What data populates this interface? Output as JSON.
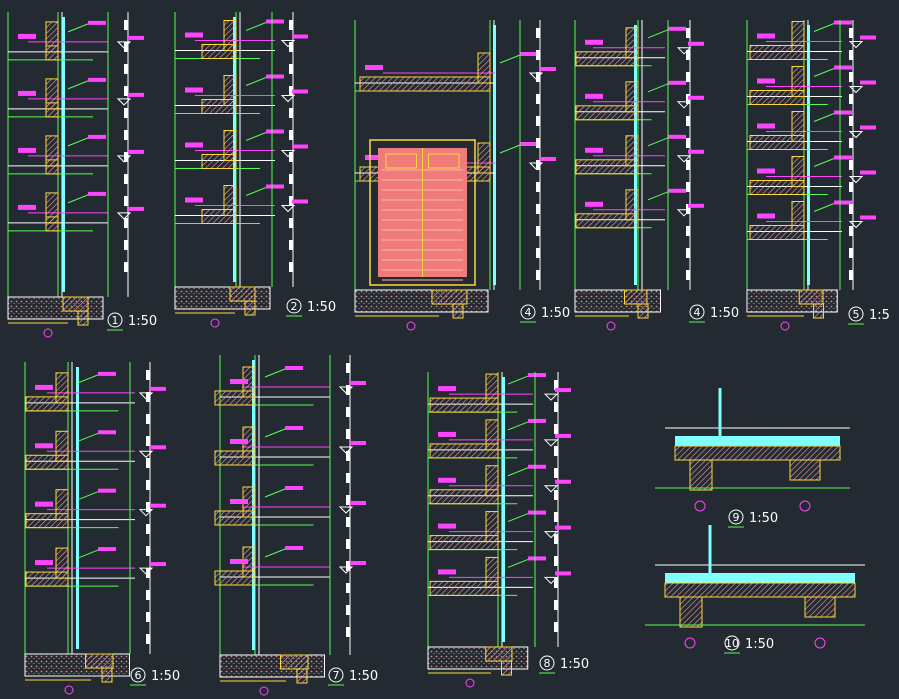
{
  "detail_labels": [
    {
      "number": "1",
      "scale": "1:50"
    },
    {
      "number": "2",
      "scale": "1:50"
    },
    {
      "number": "4",
      "scale": "1:50"
    },
    {
      "number": "4",
      "scale": "1:50"
    },
    {
      "number": "5",
      "scale": "1:5"
    },
    {
      "number": "6",
      "scale": "1:50"
    },
    {
      "number": "7",
      "scale": "1:50"
    },
    {
      "number": "8",
      "scale": "1:50"
    },
    {
      "number": "9",
      "scale": "1:50"
    },
    {
      "number": "10",
      "scale": "1:50"
    }
  ],
  "colors": {
    "background": "#232a31",
    "wall": "#ffd83a",
    "hatch": "#e8a3a3",
    "slab_line": "#ffffff",
    "level_line": "#ff44ff",
    "glass": "#7fffff",
    "leader": "#55ff55",
    "door_fill": "#f07b7b",
    "ground_hatch": "#c48f8f"
  },
  "icons": {
    "detail_circle": "circle-badge",
    "elevation_marker": "triangle-level-marker"
  }
}
